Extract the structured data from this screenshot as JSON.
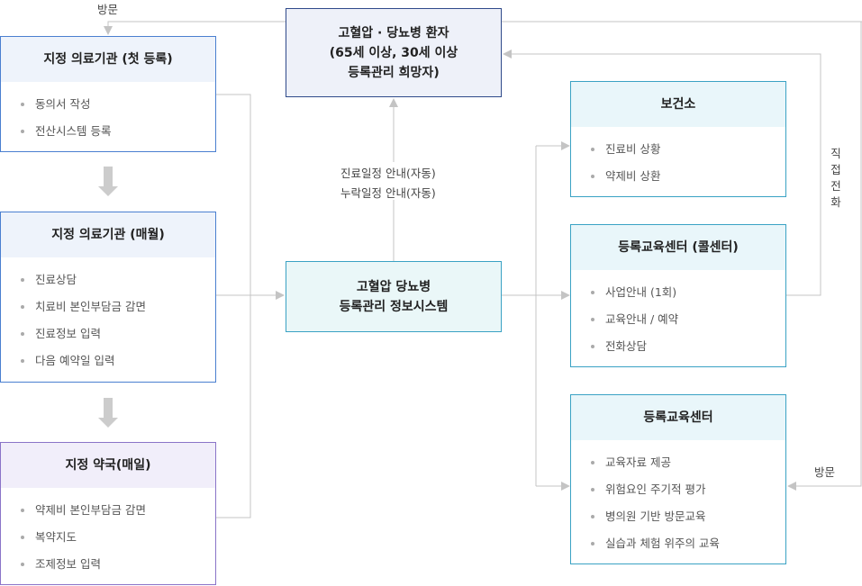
{
  "top_box": {
    "line1": "고혈압 · 당뇨병 환자",
    "line2": "(65세 이상, 30세 이상",
    "line3": "등록관리 희망자)"
  },
  "center_box": {
    "line1": "고혈압 당뇨병",
    "line2": "등록관리 정보시스템"
  },
  "arrow_labels": {
    "schedule": "진료일정 안내(자동)",
    "missed": "누락일정 안내(자동)",
    "visit_top": "방문",
    "visit_right": "방문",
    "direct_call": [
      "직",
      "접",
      "전",
      "화"
    ]
  },
  "left_boxes": [
    {
      "title": "지정 의료기관 (첫 등록)",
      "items": [
        "동의서 작성",
        "전산시스템 등록"
      ]
    },
    {
      "title": "지정 의료기관 (매월)",
      "items": [
        "진료상담",
        "치료비 본인부담금 감면",
        "진료정보 입력",
        "다음 예약일 입력"
      ]
    },
    {
      "title": "지정 약국(매일)",
      "items": [
        "약제비 본인부담금 감면",
        "복약지도",
        "조제정보 입력"
      ]
    }
  ],
  "right_boxes": [
    {
      "title": "보건소",
      "items": [
        "진료비 상황",
        "약제비 상환"
      ]
    },
    {
      "title": "등록교육센터 (콜센터)",
      "items": [
        "사업안내 (1회)",
        "교육안내 / 예약",
        "전화상담"
      ]
    },
    {
      "title": "등록교육센터",
      "items": [
        "교육자료 제공",
        "위험요인 주기적 평가",
        "병의원 기반 방문교육",
        "실습과 체험 위주의 교육"
      ]
    }
  ]
}
